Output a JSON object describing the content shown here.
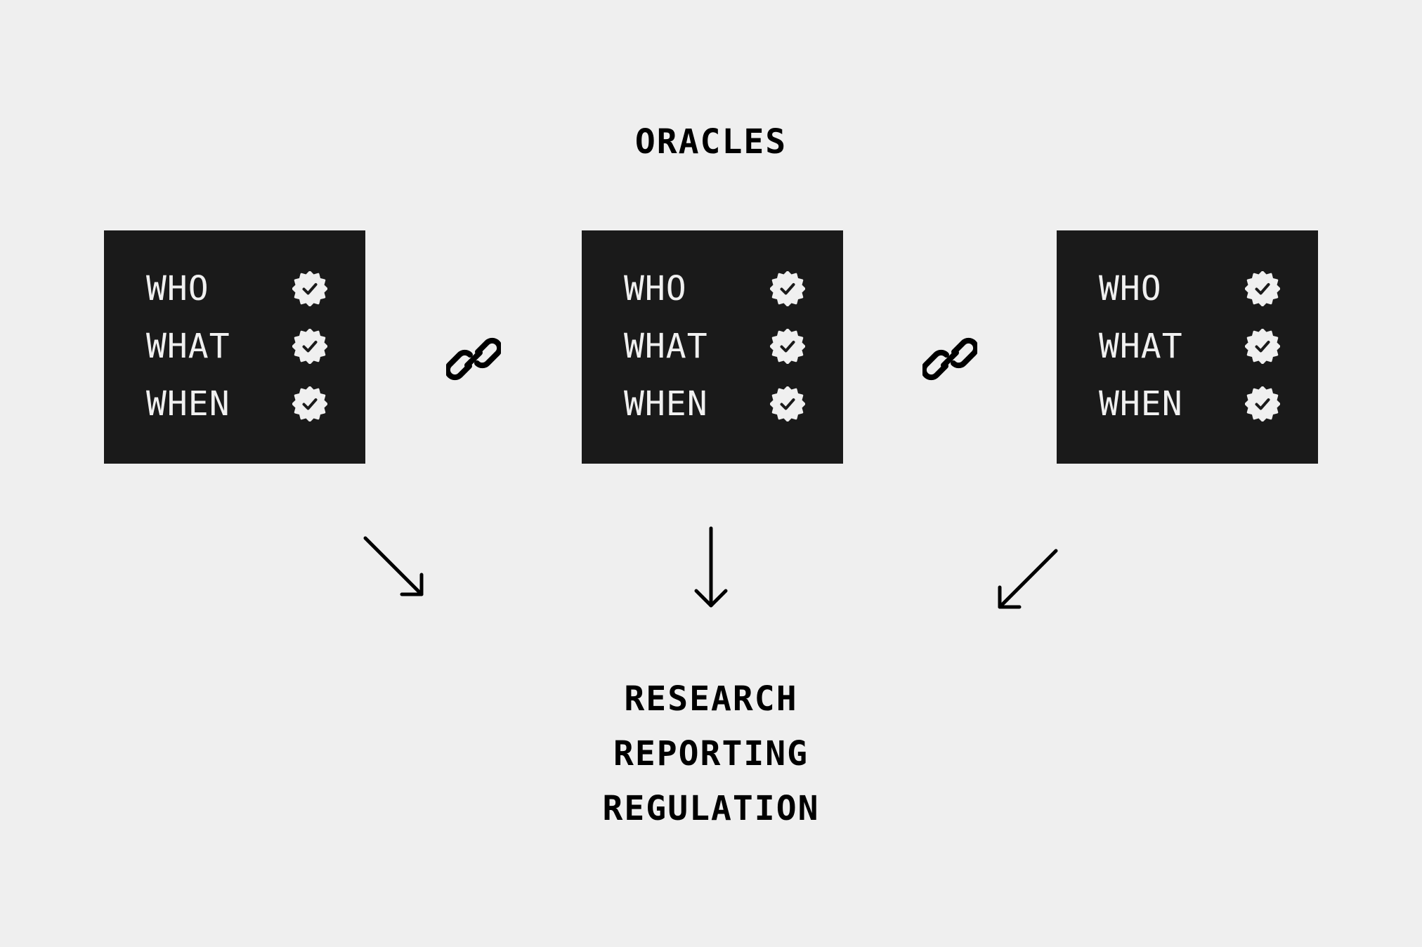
{
  "title": "ORACLES",
  "cards": [
    {
      "rows": [
        {
          "label": "WHO",
          "icon": "verified-badge-icon"
        },
        {
          "label": "WHAT",
          "icon": "verified-badge-icon"
        },
        {
          "label": "WHEN",
          "icon": "verified-badge-icon"
        }
      ]
    },
    {
      "rows": [
        {
          "label": "WHO",
          "icon": "verified-badge-icon"
        },
        {
          "label": "WHAT",
          "icon": "verified-badge-icon"
        },
        {
          "label": "WHEN",
          "icon": "verified-badge-icon"
        }
      ]
    },
    {
      "rows": [
        {
          "label": "WHO",
          "icon": "verified-badge-icon"
        },
        {
          "label": "WHAT",
          "icon": "verified-badge-icon"
        },
        {
          "label": "WHEN",
          "icon": "verified-badge-icon"
        }
      ]
    }
  ],
  "connectors": [
    {
      "icon": "link-icon"
    },
    {
      "icon": "link-icon"
    }
  ],
  "arrows": [
    {
      "icon": "arrow-down-right-icon"
    },
    {
      "icon": "arrow-down-icon"
    },
    {
      "icon": "arrow-down-left-icon"
    }
  ],
  "outputs": [
    "RESEARCH",
    "REPORTING",
    "REGULATION"
  ],
  "colors": {
    "background": "#efefef",
    "card": "#1a1a1a",
    "card_text": "#f0f0f0",
    "ink": "#000000"
  }
}
